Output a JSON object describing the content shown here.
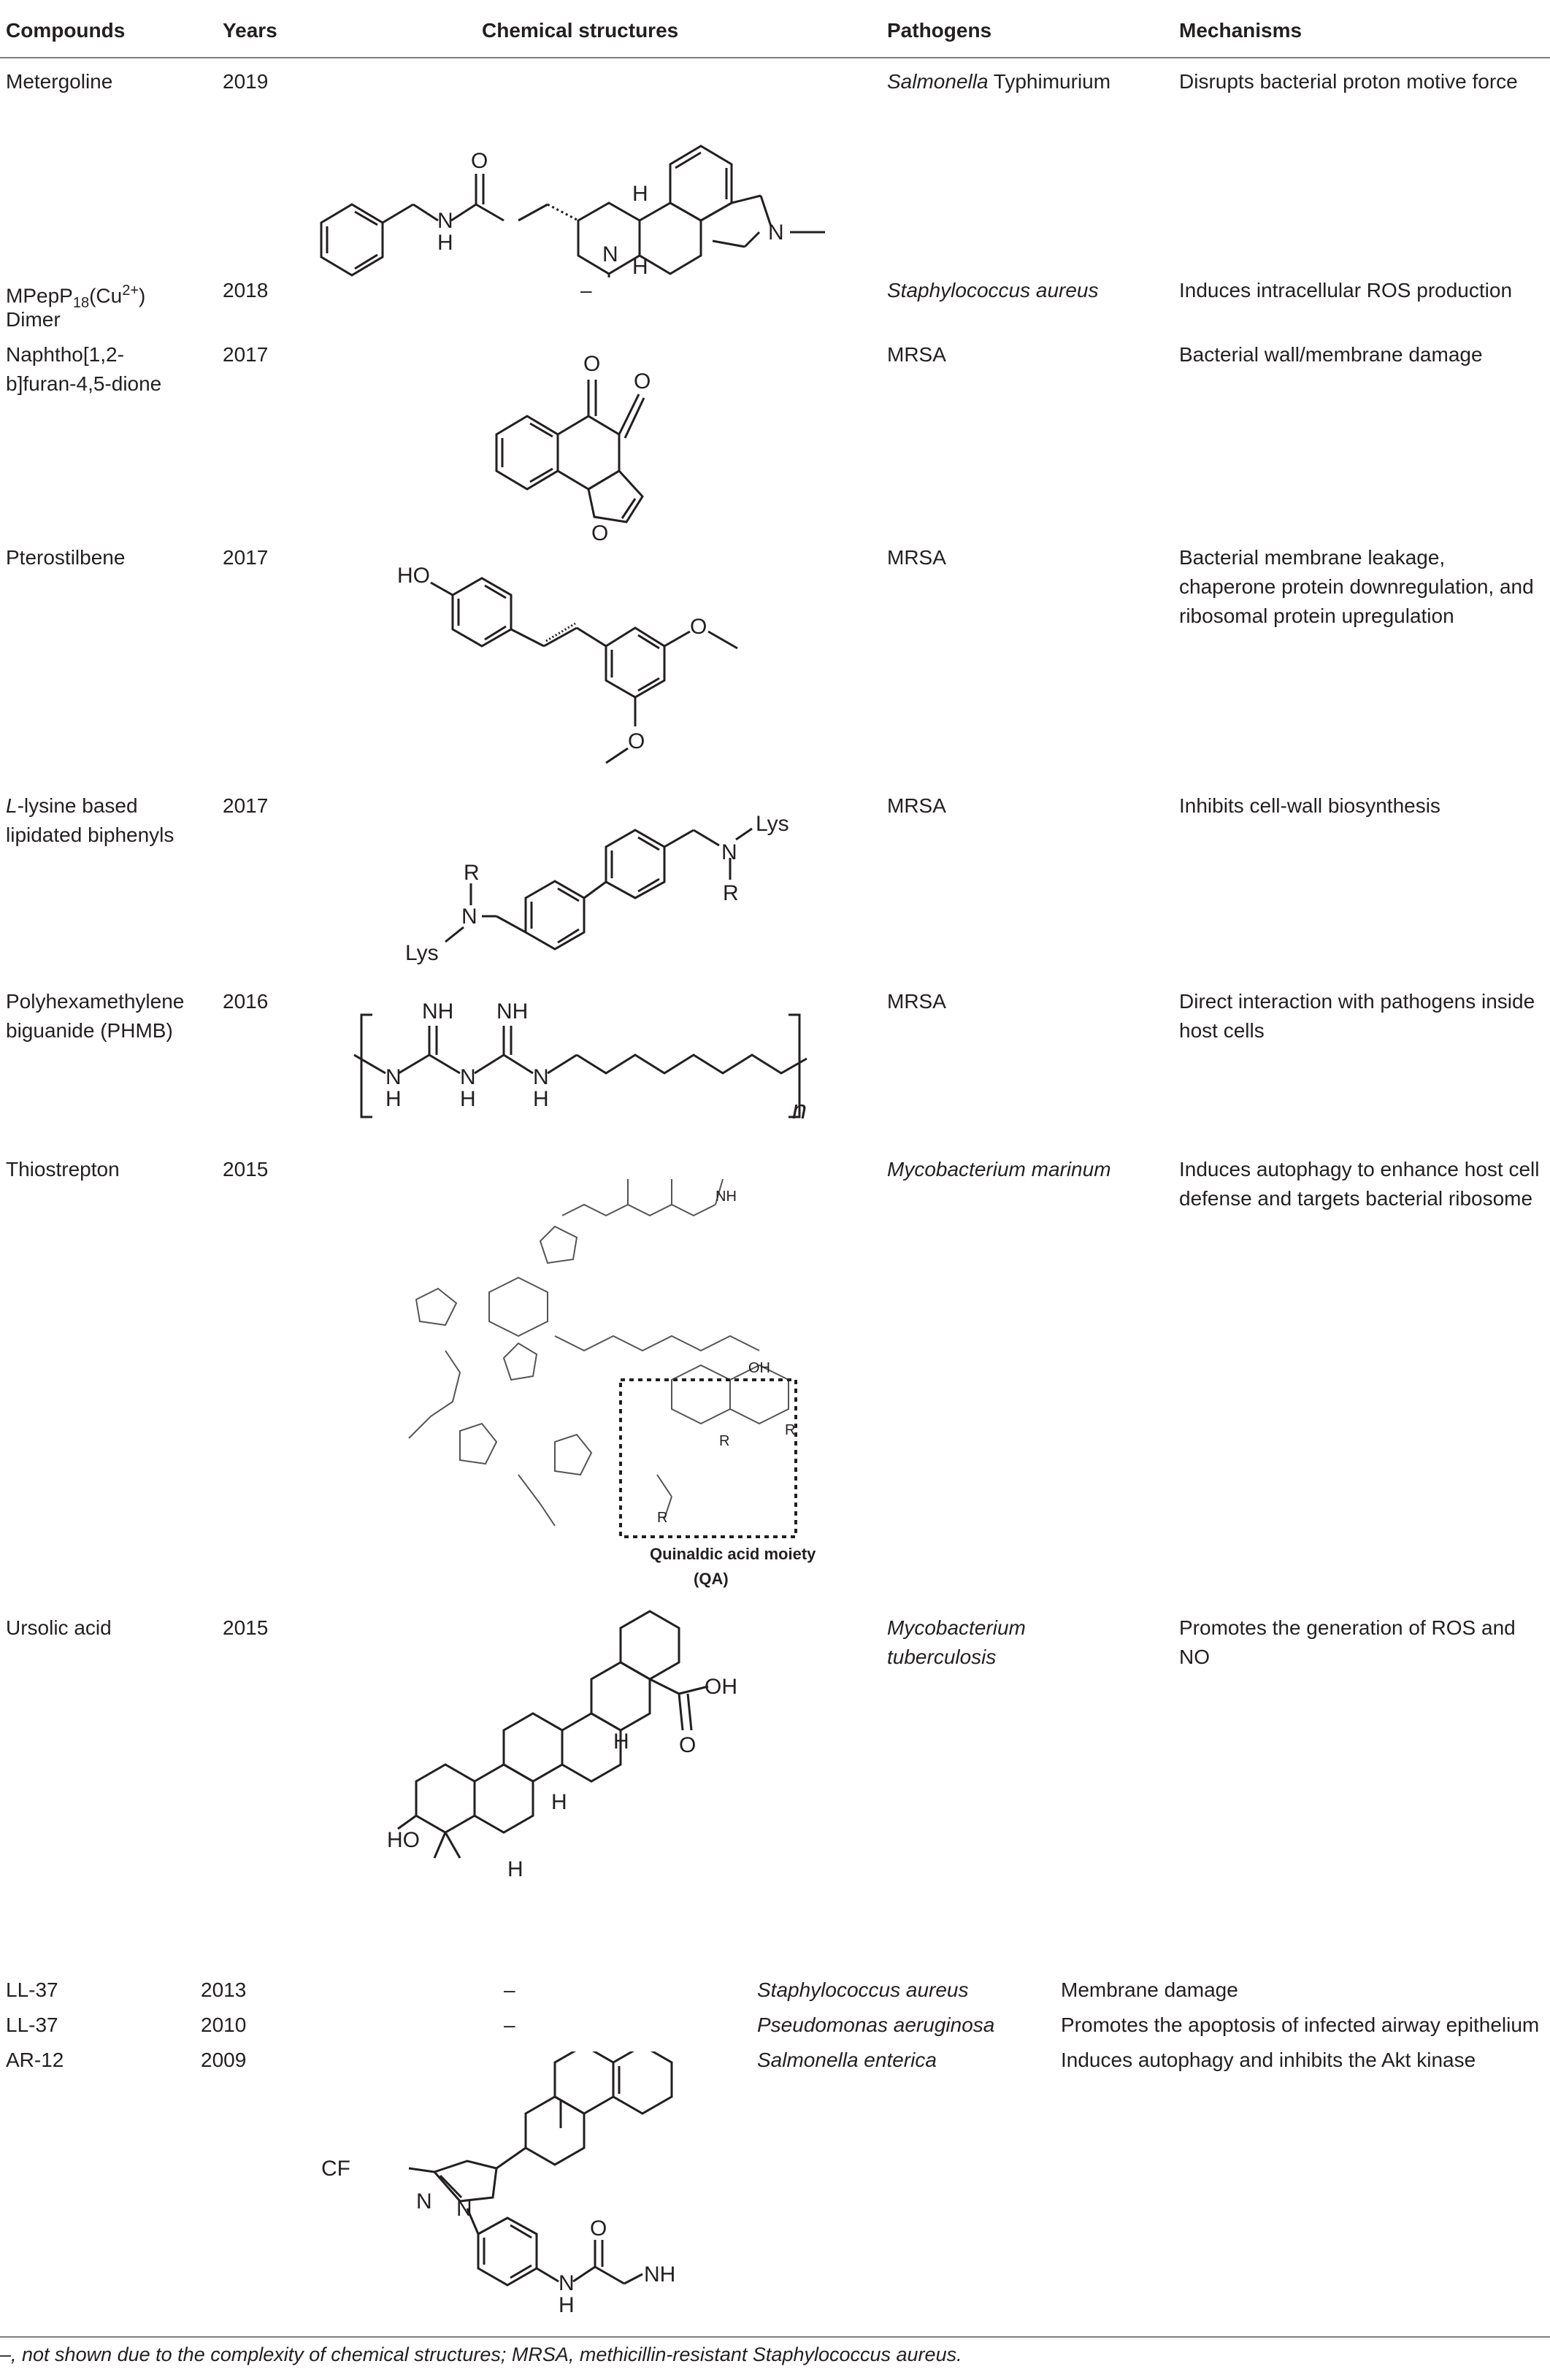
{
  "headers": {
    "compounds": "Compounds",
    "years": "Years",
    "structures": "Chemical structures",
    "pathogens": "Pathogens",
    "mechanisms": "Mechanisms"
  },
  "rows": [
    {
      "compound": "Metergoline",
      "year": "2019",
      "structure": "",
      "pathogen_italic": "Salmonella",
      "pathogen_rest": " Typhimurium",
      "mechanism": "Disrupts bacterial proton motive force"
    },
    {
      "compound_a": "MPepP",
      "compound_sub": "18",
      "compound_b": "(Cu",
      "compound_sup": "2+",
      "compound_c": ")",
      "compound_line2": "Dimer",
      "year": "2018",
      "structure": "–",
      "pathogen": "Staphylococcus aureus",
      "mechanism": "Induces intracellular ROS production"
    },
    {
      "compound": "Naphtho[1,2-",
      "compound_line2": "b]furan-4,5-dione",
      "year": "2017",
      "structure": "",
      "pathogen": "MRSA",
      "mechanism": "Bacterial wall/membrane damage"
    },
    {
      "compound": "Pterostilbene",
      "year": "2017",
      "structure": "",
      "pathogen": "MRSA",
      "mechanism_lines": [
        "Bacterial membrane leakage,",
        "chaperone protein downregulation, and",
        "ribosomal protein upregulation"
      ]
    },
    {
      "compound_italic": "L",
      "compound_rest": "-lysine based",
      "compound_line2": "lipidated biphenyls",
      "year": "2017",
      "structure": "",
      "pathogen": "MRSA",
      "mechanism": "Inhibits cell-wall biosynthesis"
    },
    {
      "compound": "Polyhexamethylene",
      "compound_line2": "biguanide (PHMB)",
      "year": "2016",
      "structure": "",
      "pathogen": "MRSA",
      "mechanism_lines": [
        "Direct interaction with pathogens inside",
        "host cells"
      ]
    },
    {
      "compound": "Thiostrepton",
      "year": "2015",
      "structure": "",
      "pathogen": "Mycobacterium marinum",
      "mechanism_lines": [
        "Induces autophagy to enhance host cell",
        "defense and targets bacterial ribosome"
      ]
    },
    {
      "compound": "Ursolic acid",
      "year": "2015",
      "structure": "",
      "pathogen_lines": [
        "Mycobacterium",
        "tuberculosis"
      ],
      "mechanism_lines": [
        "Promotes the generation of ROS and",
        "NO"
      ]
    },
    {
      "compound": "LL-37",
      "year": "2013",
      "structure": "–",
      "pathogen": "Staphylococcus aureus",
      "mechanism": "Membrane damage"
    },
    {
      "compound": "LL-37",
      "year": "2010",
      "structure": "–",
      "pathogen": "Pseudomonas aeruginosa",
      "mechanism": "Promotes the apoptosis of infected airway epithelium"
    },
    {
      "compound": "AR-12",
      "year": "2009",
      "structure": "",
      "pathogen": "Salmonella enterica",
      "mechanism": "Induces autophagy and inhibits the Akt kinase"
    }
  ],
  "structure_labels": {
    "metergoline": {
      "o": "O",
      "nh_n": "N",
      "nh_h": "H",
      "h_top": "H",
      "n_ring": "N",
      "n_right": "N",
      "h_bottom": "H"
    },
    "naphtho": {
      "o1": "O",
      "o2": "O",
      "o3": "O"
    },
    "pterostilbene": {
      "ho": "HO",
      "o1": "O",
      "o2": "O"
    },
    "lysine": {
      "n1": "N",
      "lys1": "Lys",
      "r1": "R",
      "r2": "R",
      "n2": "N",
      "lys2": "Lys"
    },
    "phmb": {
      "nh1": "NH",
      "nh2": "NH",
      "n1": "N",
      "h1": "H",
      "n2": "N",
      "h2": "H",
      "n3": "N",
      "h3": "H",
      "n": "n"
    },
    "thiostrepton": {
      "qa_title": "Quinaldic acid moiety",
      "qa_abbr": "(QA)",
      "oh": "OH",
      "nh2": "NH",
      "r1": "R",
      "r2": "R",
      "r3": "R"
    },
    "ursolic": {
      "oh": "OH",
      "o": "O",
      "ho": "HO",
      "h1": "H",
      "h2": "H",
      "h3": "H"
    },
    "ar12": {
      "cf3": "CF",
      "n1": "N",
      "n2": "N",
      "o": "O",
      "nh2": "NH",
      "nh": "N",
      "h": "H"
    }
  },
  "footnote": "–, not shown due to the complexity of chemical structures; MRSA, methicillin-resistant Staphylococcus aureus."
}
